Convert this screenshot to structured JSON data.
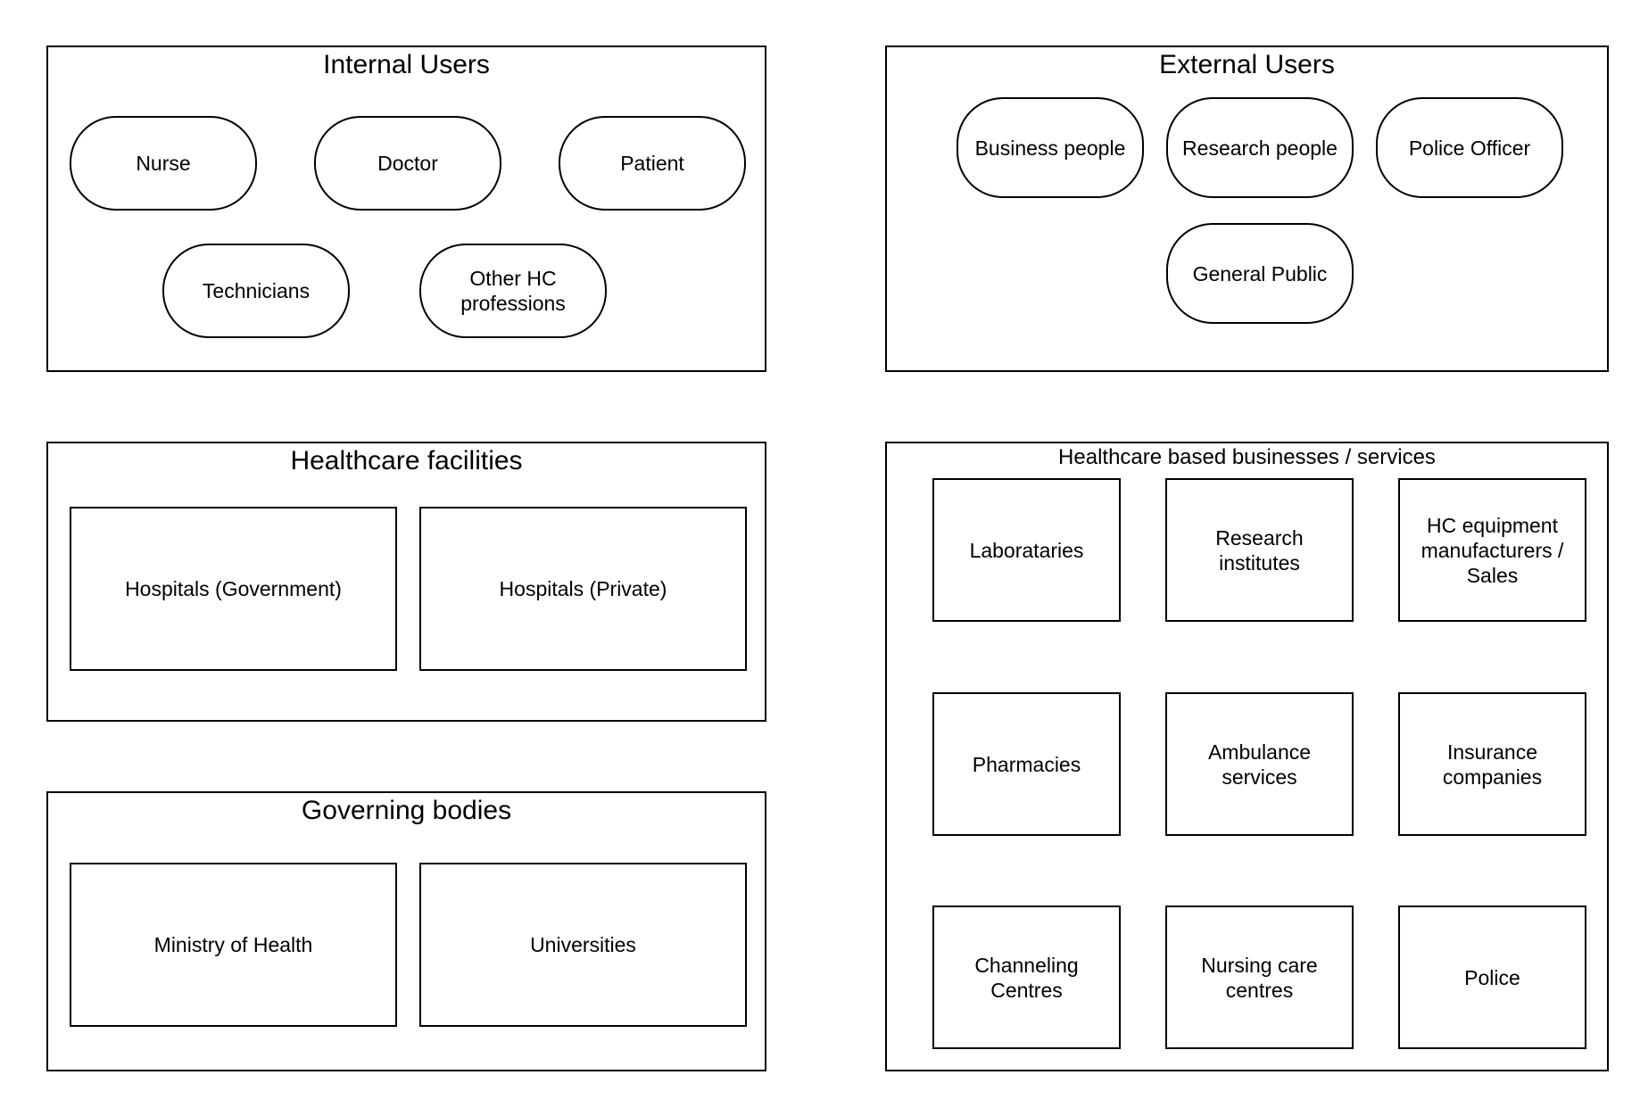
{
  "groups": {
    "internal_users": {
      "title": "Internal Users",
      "items": [
        "Nurse",
        "Doctor",
        "Patient",
        "Technicians",
        "Other HC\nprofessions"
      ]
    },
    "external_users": {
      "title": "External Users",
      "items": [
        "Business people",
        "Research people",
        "Police Officer",
        "General Public"
      ]
    },
    "healthcare_facilities": {
      "title": "Healthcare facilities",
      "items": [
        "Hospitals (Government)",
        "Hospitals (Private)"
      ]
    },
    "governing_bodies": {
      "title": "Governing bodies",
      "items": [
        "Ministry of Health",
        "Universities"
      ]
    },
    "healthcare_businesses": {
      "title": "Healthcare based businesses / services",
      "items": [
        "Laborataries",
        "Research\ninstitutes",
        "HC equipment\nmanufacturers /\nSales",
        "Pharmacies",
        "Ambulance\nservices",
        "Insurance\ncompanies",
        "Channeling\nCentres",
        "Nursing care\ncentres",
        "Police"
      ]
    }
  }
}
